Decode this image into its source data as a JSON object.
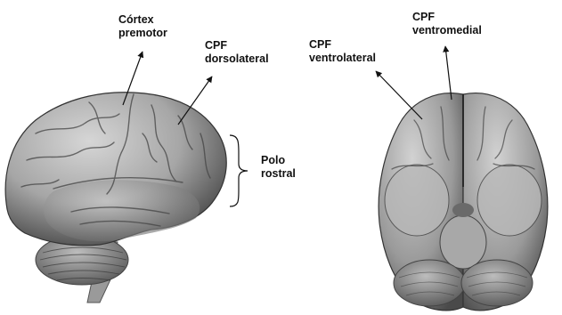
{
  "labels": {
    "premotor": {
      "line1": "Córtex",
      "line2": "premotor"
    },
    "dorsolateral": {
      "line1": "CPF",
      "line2": "dorsolateral"
    },
    "rostral": {
      "line1": "Polo",
      "line2": "rostral"
    },
    "ventrolateral": {
      "line1": "CPF",
      "line2": "ventrolateral"
    },
    "ventromedial": {
      "line1": "CPF",
      "line2": "ventromedial"
    }
  },
  "colors": {
    "text": "#111111",
    "brain_light": "#c9c9c9",
    "brain_mid": "#8c8c8c",
    "brain_dark": "#3c3c3c"
  }
}
